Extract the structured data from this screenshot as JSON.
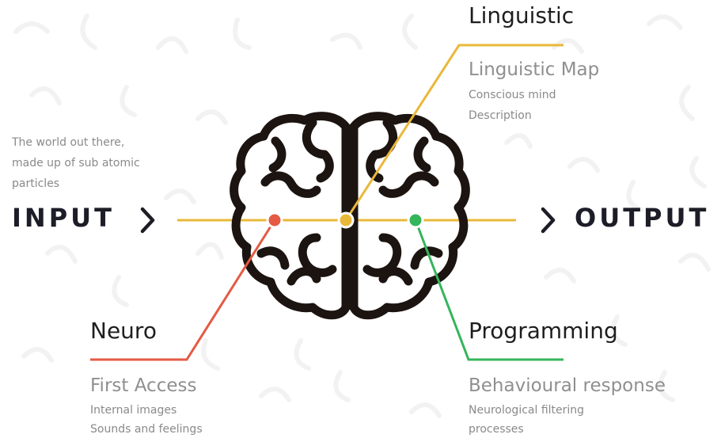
{
  "colors": {
    "linguistic": "#e9b83a",
    "neuro": "#e45a43",
    "programming": "#34b55a",
    "input_line": "#e9b83a",
    "brain": "#1c1410"
  },
  "input": {
    "description_lines": [
      "The world out there,",
      "made up of sub atomic",
      "particles"
    ],
    "label": "INPUT"
  },
  "output": {
    "label": "OUTPUT"
  },
  "linguistic": {
    "title": "Linguistic",
    "subtitle": "Linguistic Map",
    "lines": [
      "Conscious mind",
      "Description"
    ]
  },
  "neuro": {
    "title": "Neuro",
    "subtitle": "First Access",
    "lines": [
      "Internal images",
      "Sounds and feelings"
    ]
  },
  "programming": {
    "title": "Programming",
    "subtitle": "Behavioural response",
    "lines": [
      "Neurological filtering",
      "processes"
    ]
  }
}
